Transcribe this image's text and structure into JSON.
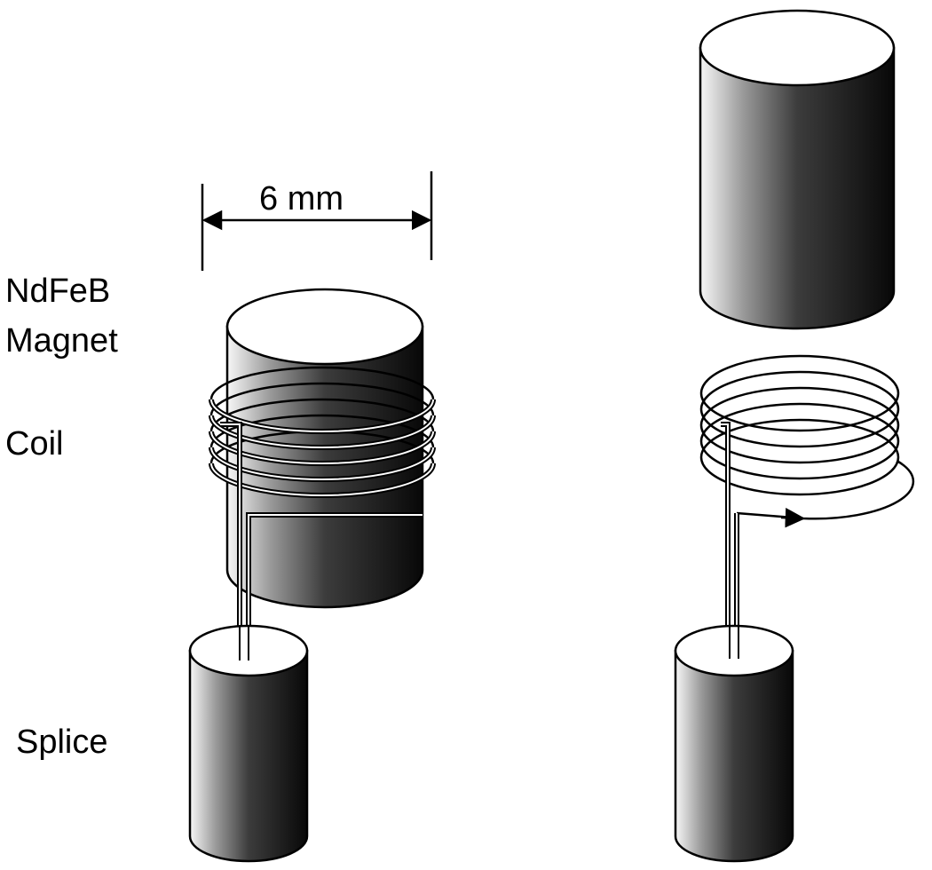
{
  "labels": {
    "magnet_line1": "NdFeB",
    "magnet_line2": "Magnet",
    "coil": "Coil",
    "splice": "Splice",
    "dimension": "6 mm"
  },
  "colors": {
    "background": "#ffffff",
    "ink": "#000000",
    "cylinder_light": "#f5f5f5",
    "cylinder_dark": "#0a0a0a",
    "cap": "#ffffff"
  }
}
